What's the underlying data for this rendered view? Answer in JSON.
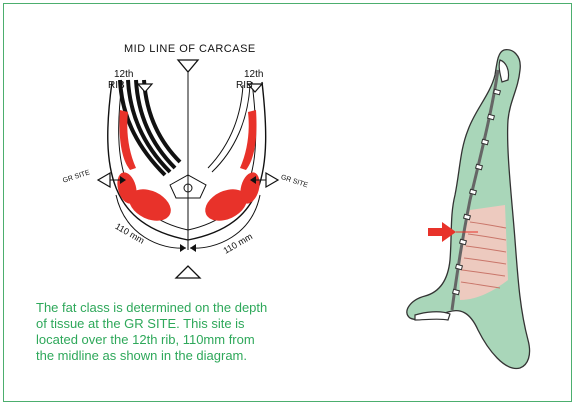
{
  "diagram": {
    "title": "MID LINE OF CARCASE",
    "rib_left": [
      "12th",
      "RIB"
    ],
    "rib_right": [
      "12th",
      "RIB"
    ],
    "gr_site_left": "GR SITE",
    "gr_site_right": "GR SITE",
    "dim_left": "110 mm",
    "dim_right": "110 mm"
  },
  "caption": [
    "The fat class is determined on the depth",
    "of tissue at the GR SITE. This site is",
    "located over the 12th rib, 110mm from",
    "the midline as shown in the diagram."
  ],
  "colors": {
    "border": "#4cae6e",
    "caption_text": "#2ea85a",
    "muscle_red": "#e8322a",
    "carcass_green": "#a9d6b9",
    "arrow_red": "#e8322a"
  }
}
